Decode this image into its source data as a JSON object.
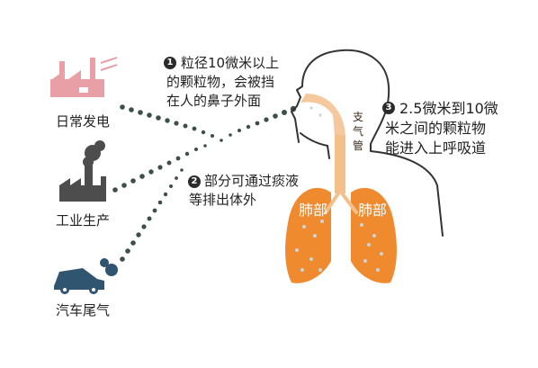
{
  "sources": [
    {
      "label": "日常发电",
      "icon": "power-plant-icon",
      "color": "#e8a0a6"
    },
    {
      "label": "工业生产",
      "icon": "factory-icon",
      "color": "#4d4d4d"
    },
    {
      "label": "汽车尾气",
      "icon": "car-exhaust-icon",
      "color": "#2f5570"
    }
  ],
  "notes": [
    {
      "badge": "1",
      "lines": [
        "粒径10微米以上",
        "的颗粒物，会被挡",
        "在人的鼻子外面"
      ]
    },
    {
      "badge": "2",
      "lines": [
        "部分可通过痰液",
        "等排出体外"
      ]
    },
    {
      "badge": "3",
      "lines": [
        "2.5微米到10微",
        "米之间的颗粒物",
        "能进入上呼吸道"
      ]
    }
  ],
  "body": {
    "trachea_label": [
      "支",
      "气",
      "管"
    ],
    "lung_left": "肺部",
    "lung_right": "肺部"
  },
  "colors": {
    "lung": "#f08a2e",
    "particle": "#3d4f4a",
    "trachea": "#f3c08c",
    "outline": "#333333"
  }
}
